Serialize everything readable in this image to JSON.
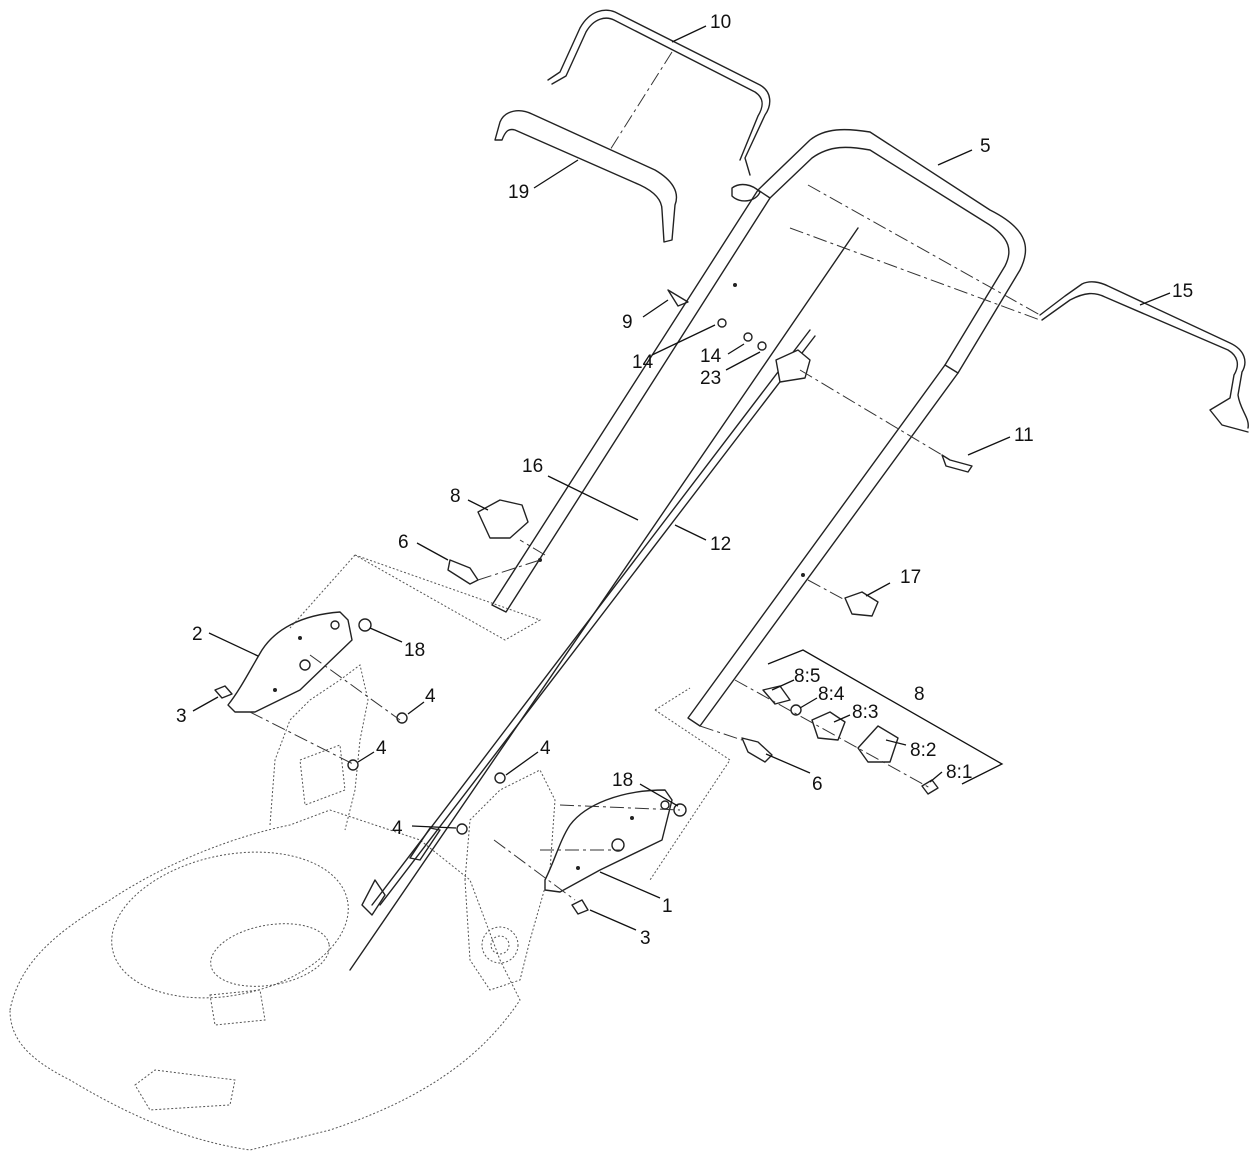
{
  "callouts": {
    "c10": "10",
    "c19": "19",
    "c5": "5",
    "c15": "15",
    "c9": "9",
    "c14a": "14",
    "c14b": "14",
    "c23": "23",
    "c11": "11",
    "c16": "16",
    "c12": "12",
    "c8a": "8",
    "c6a": "6",
    "c2": "2",
    "c18a": "18",
    "c3a": "3",
    "c4a": "4",
    "c4b": "4",
    "c4c": "4",
    "c4d": "4",
    "c17": "17",
    "c8_5": "8:5",
    "c8_4": "8:4",
    "c8_3": "8:3",
    "c8b": "8",
    "c8_2": "8:2",
    "c8_1": "8:1",
    "c6b": "6",
    "c18b": "18",
    "c1": "1",
    "c3b": "3"
  }
}
